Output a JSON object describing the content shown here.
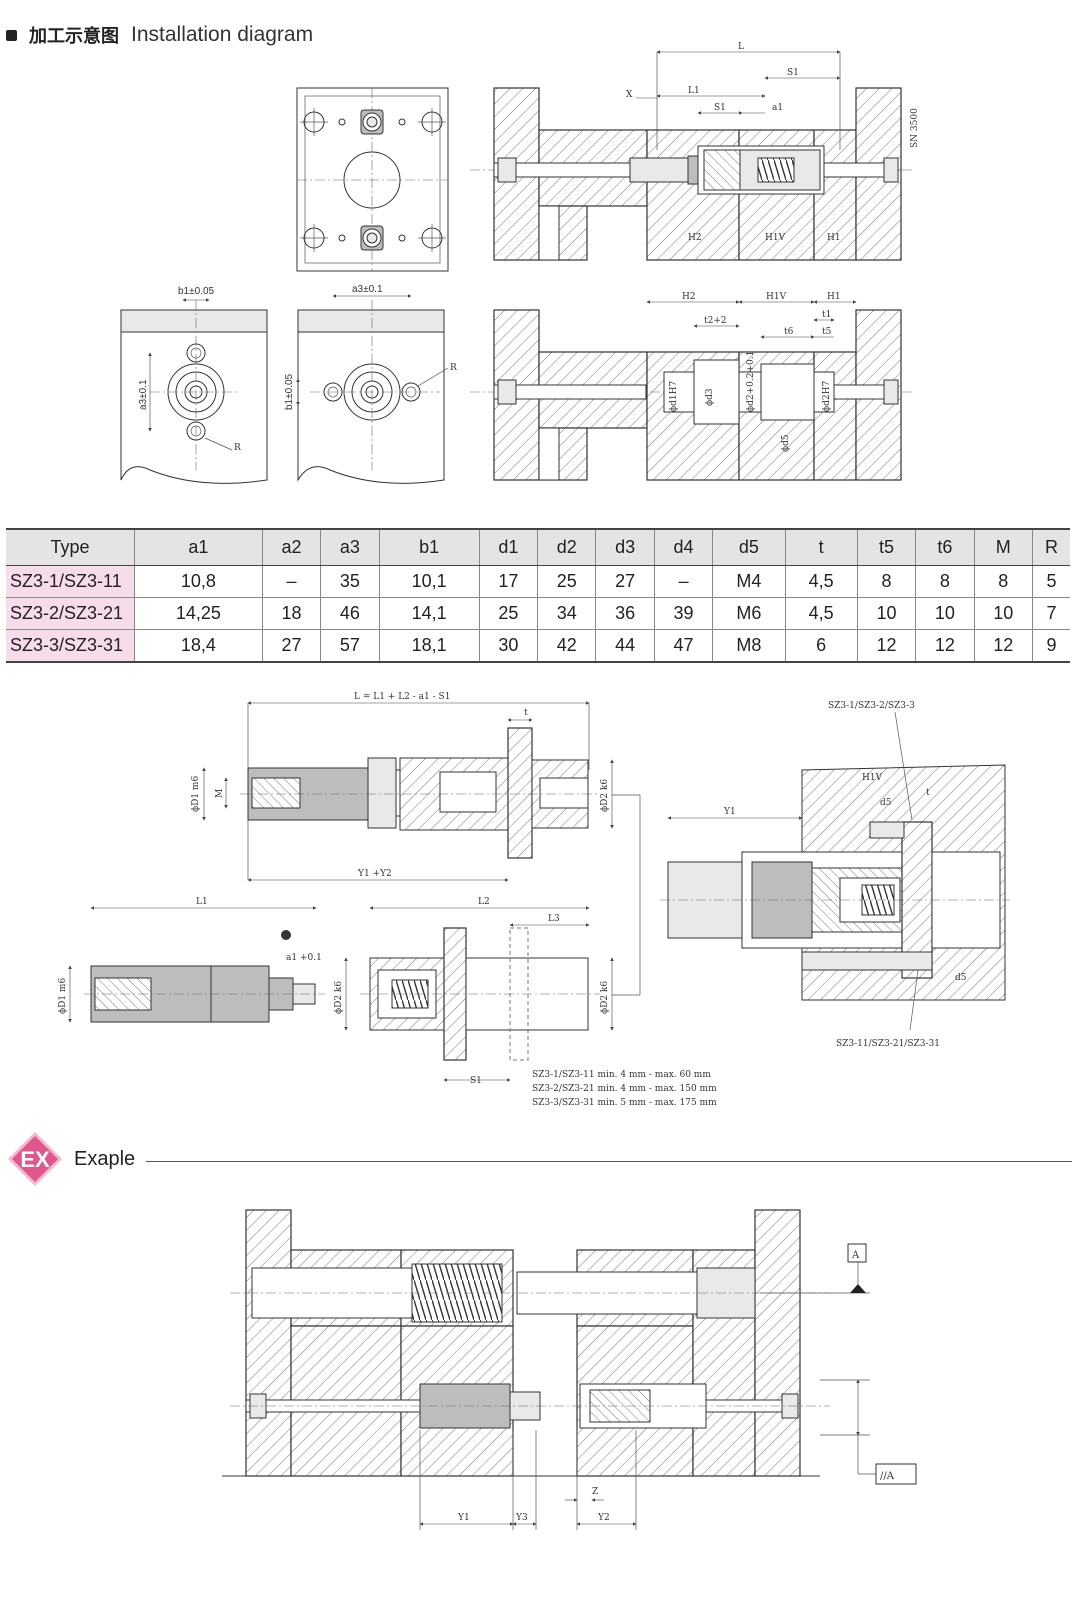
{
  "header": {
    "title_cn": "加工示意图",
    "title_en": "Installation diagram"
  },
  "top_drawings": {
    "b1_tol": "b1±0.05",
    "a3_tol": "a3±0.1",
    "a3_side": "a3±0.1",
    "b1_side": "b1±0.05",
    "r_label": "R",
    "dims_top": [
      "L",
      "S1",
      "L1",
      "S1",
      "a1",
      "X"
    ],
    "sn_label": "SN 3500",
    "plate_labels": [
      "H2",
      "H1V",
      "H1"
    ],
    "dims_bottom": [
      "H2",
      "H1V",
      "H1",
      "t2+2",
      "t1",
      "t6",
      "t5"
    ],
    "diameters": [
      "ϕd1H7",
      "ϕd3",
      "ϕd2+0.2+0.1",
      "ϕd2H7",
      "ϕd5"
    ]
  },
  "table": {
    "headers": [
      "Type",
      "a1",
      "a2",
      "a3",
      "b1",
      "d1",
      "d2",
      "d3",
      "d4",
      "d5",
      "t",
      "t5",
      "t6",
      "M",
      "R"
    ],
    "rows": [
      [
        "SZ3-1/SZ3-11",
        "10,8",
        "–",
        "35",
        "10,1",
        "17",
        "25",
        "27",
        "–",
        "M4",
        "4,5",
        "8",
        "8",
        "8",
        "5"
      ],
      [
        "SZ3-2/SZ3-21",
        "14,25",
        "18",
        "46",
        "14,1",
        "25",
        "34",
        "36",
        "39",
        "M6",
        "4,5",
        "10",
        "10",
        "10",
        "7"
      ],
      [
        "SZ3-3/SZ3-31",
        "18,4",
        "27",
        "57",
        "18,1",
        "30",
        "42",
        "44",
        "47",
        "M8",
        "6",
        "12",
        "12",
        "12",
        "9"
      ]
    ]
  },
  "middle_drawings": {
    "formula": "L = L1 + L2 - a1 - S1",
    "t": "t",
    "y1y2": "Y1 +Y2",
    "d1m6": "ϕD1 m6",
    "m": "M",
    "d2k6": "ϕD2 k6",
    "l1": "L1",
    "a1_tol": "a1 +0.1",
    "l2": "L2",
    "l3": "L3",
    "s1": "S1",
    "range_lines": [
      "SZ3-1/SZ3-11 min. 4 mm - max.  60 mm",
      "SZ3-2/SZ3-21 min. 4 mm - max. 150 mm",
      "SZ3-3/SZ3-31 min. 5 mm - max. 175 mm"
    ],
    "right_top": "SZ3-1/SZ3-2/SZ3-3",
    "right_bottom": "SZ3-11/SZ3-21/SZ3-31",
    "y1": "Y1",
    "h1v": "H1V",
    "d5": "d5",
    "t2": "t"
  },
  "example": {
    "badge": "EX",
    "label": "Exaple",
    "datum": "A",
    "parallel": "//A",
    "dims": [
      "Y1",
      "Y3",
      "Z",
      "Y2"
    ]
  },
  "colors": {
    "table_header_bg": "#e4e4e4",
    "type_cell_bg": "#f7dcea",
    "badge_pink": "#e0568f"
  }
}
